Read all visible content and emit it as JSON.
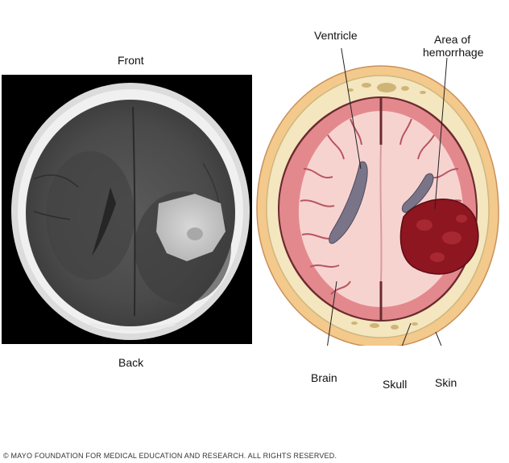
{
  "ct_scan": {
    "front_label": "Front",
    "back_label": "Back"
  },
  "diagram": {
    "labels": {
      "ventricle": "Ventricle",
      "hemorrhage_line1": "Area of",
      "hemorrhage_line2": "hemorrhage",
      "brain": "Brain",
      "skull": "Skull",
      "skin": "Skin"
    },
    "colors": {
      "skin": "#f3c98c",
      "skull": "#f4e6be",
      "brain_cortex": "#e3898d",
      "white_matter": "#f7d3d0",
      "ventricle": "#7a7489",
      "hemorrhage": "#8e1620"
    }
  },
  "copyright": "© MAYO FOUNDATION FOR MEDICAL EDUCATION AND RESEARCH. ALL RIGHTS RESERVED."
}
